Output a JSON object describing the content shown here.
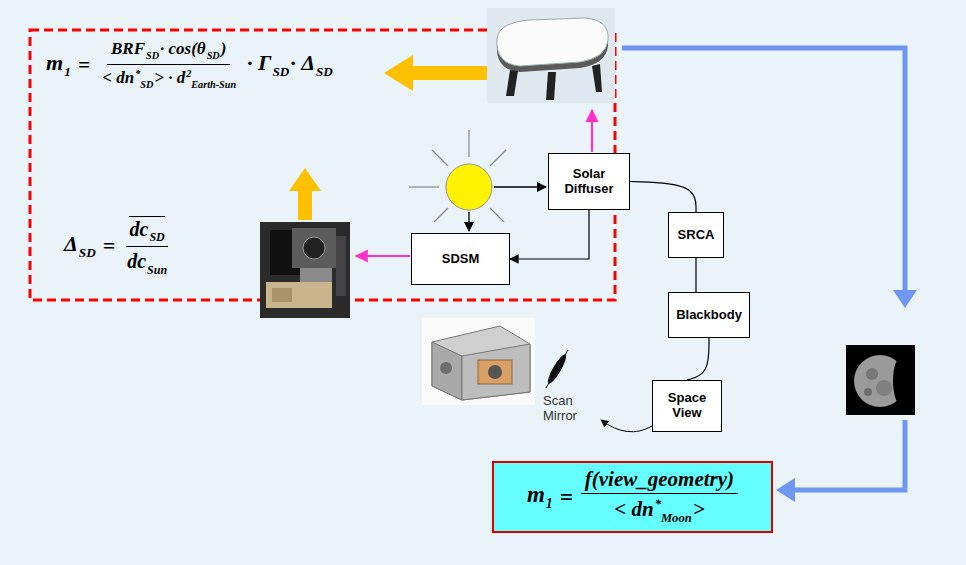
{
  "diagram": {
    "nodes": [
      {
        "text": [
          "Solar Diffuser"
        ]
      },
      {
        "text": [
          "SDSM"
        ]
      },
      {
        "text": [
          "SRCA"
        ]
      },
      {
        "text": [
          "Blackbody"
        ]
      },
      {
        "text": [
          "Space View"
        ]
      },
      {
        "text": [
          "m",
          "1",
          "=",
          "f(view_geometry)",
          "< dn",
          "*",
          "Moon",
          ">"
        ]
      }
    ],
    "edges": [
      {
        "from": 0,
        "to": 1,
        "arrow": "to"
      },
      {
        "from": 0,
        "to": 2,
        "arrow": "none"
      },
      {
        "from": 2,
        "to": 3,
        "arrow": "none"
      },
      {
        "from": 3,
        "to": 4,
        "arrow": "none"
      }
    ],
    "labels": [
      "m",
      "1",
      "=",
      "BRF",
      "SD",
      "· cos(θ",
      "SD",
      ")",
      "< dn",
      "*",
      "SD",
      "> · d",
      "2",
      "Earth-Sun",
      "· Γ",
      "SD",
      "· Δ",
      "SD",
      "Δ",
      "SD",
      "=",
      "dc",
      "SD",
      "dc",
      "Sun",
      "Scan Mirror"
    ]
  }
}
